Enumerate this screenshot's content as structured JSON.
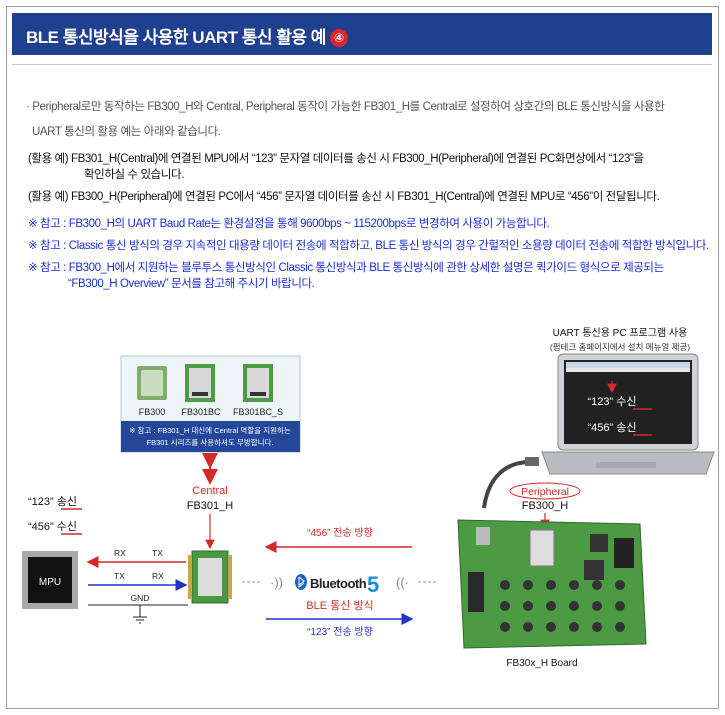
{
  "header": {
    "title": "BLE 통신방식을 사용한 UART 통신 활용 예",
    "number": "④"
  },
  "intro": [
    "· Peripheral로만 동작하는 FB300_H와 Central, Peripheral 동작이 가능한 FB301_H를 Central로 설정하여 상호간의 BLE 통신방식을 사용한",
    "UART 통신의 활용 예는 아래와 같습니다."
  ],
  "examples": [
    "(활용 예) FB301_H(Central)에 연결된 MPU에서 “123” 문자열 데이터를 송신 시 FB300_H(Peripheral)에 연결된 PC화면상에서 “123”을",
    "확인하실 수 있습니다.",
    "(활용 예) FB300_H(Peripheral)에 연결된 PC에서 “456” 문자열 데이터를 송신 시 FB301_H(Central)에 연결된 MPU로 “456”이 전달됩니다."
  ],
  "notes": [
    "※ 참고 : FB300_H의 UART Baud Rate는 환경설정을 통해 9600bps ~ 115200bps로 변경하여 사용이 가능합니다.",
    "※ 참고 : Classic 통신 방식의 경우 지속적인 대용량 데이터 전송에 적합하고, BLE 통신 방식의 경우 간헐적인 소용량 데이터 전송에 적합한 방식입니다.",
    "※ 참고 : FB300_H에서 지원하는 블루투스 통신방식인 Classic 통신방식과 BLE 통신방식에 관한 상세한 설명은 퀵가이드 형식으로 제공되는",
    "“FB300_H Overview” 문서를 참고해 주시기 바랍니다."
  ],
  "diagram": {
    "modules": [
      "FB300",
      "FB301BC",
      "FB301BC_S"
    ],
    "module_note": [
      "※ 참고 : FB301_H 대신에 Central 역할을 지원하는",
      "FB301 시리즈를 사용하셔도 무방합니다."
    ],
    "central_role": "Central",
    "central_name": "FB301_H",
    "mpu_label": "MPU",
    "mpu_send": "“123” 송신",
    "mpu_recv": "“456” 수신",
    "pins": {
      "rx_left": "RX",
      "tx_right": "TX",
      "tx_left": "TX",
      "rx_right": "RX",
      "gnd": "GND"
    },
    "arrow_top": "“456” 전송 방향",
    "arrow_bottom": "“123” 전송 방향",
    "bluetooth_word": "Bluetooth",
    "bluetooth_ver": "5",
    "ble_label": "BLE 통신 방식",
    "pc_title": "UART 통신용 PC 프로그램 사용",
    "pc_subtitle": "(펌테크 홈페이지에서 설치 메뉴얼 제공)",
    "screen_recv": "“123” 수신",
    "screen_send": "“456” 송신",
    "peripheral_role": "Peripheral",
    "peripheral_name": "FB300_H",
    "board_name": "FB30x_H Board"
  },
  "colors": {
    "header_bg": "#1f3f8f",
    "accent_red": "#e0232b",
    "note_blue": "#1a2fd9",
    "arrow_blue": "#2233cc",
    "arrow_red": "#d42a2a",
    "board_green": "#4d9a44"
  }
}
